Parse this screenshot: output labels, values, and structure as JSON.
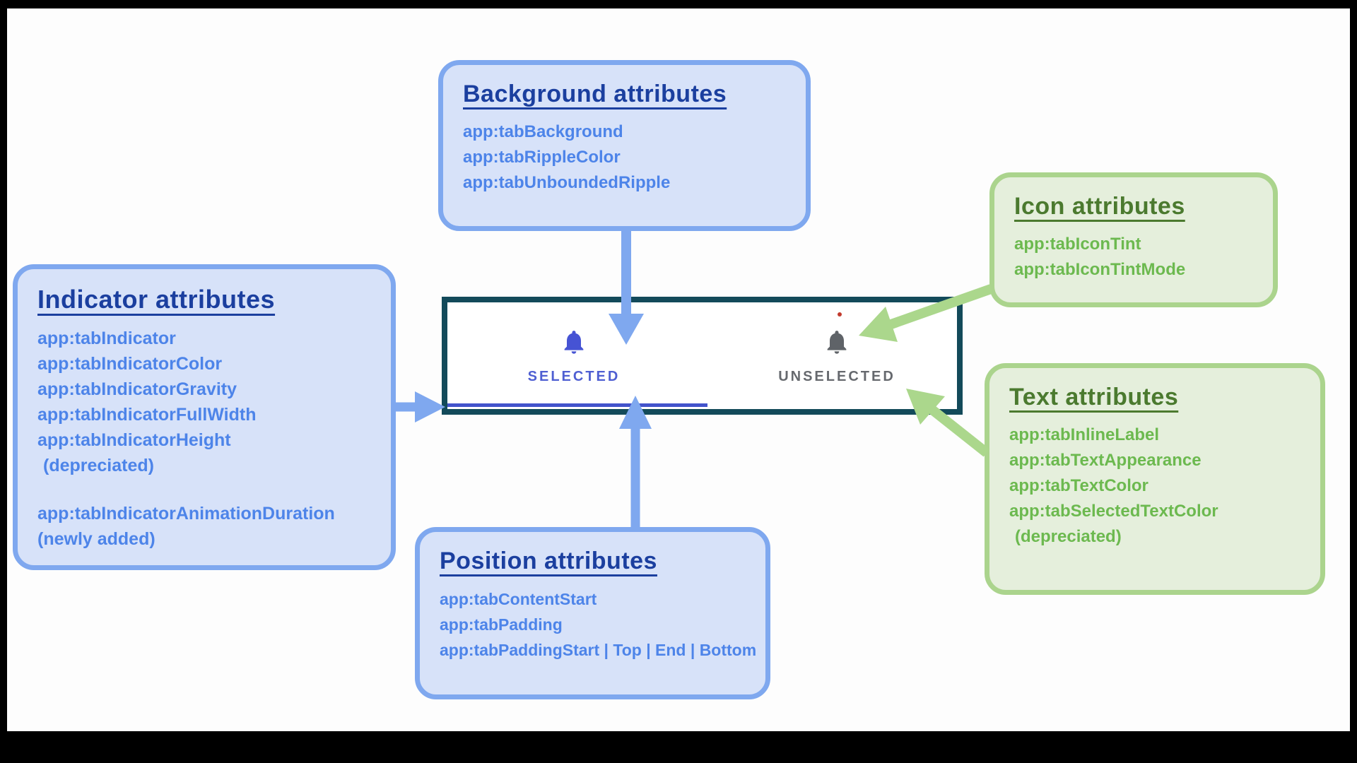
{
  "colors": {
    "box_blue_fill": "#d7e2f9",
    "box_blue_border": "#7fa8ef",
    "title_blue": "#1b3f9f",
    "item_blue": "#4d84e9",
    "box_green_fill": "#e5efdc",
    "box_green_border": "#abd48d",
    "title_green": "#4b7a2f",
    "item_green": "#6cb94f",
    "deprecated_red": "#f05a4d",
    "new_orange": "#cc9629",
    "panel_border_teal": "#134a5a",
    "selected_blue": "#4f5fd2",
    "selected_bell": "#4653d4",
    "indicator_line": "#4353cb",
    "unselected_gray": "#66696e",
    "unselected_bell": "#5f6368",
    "arrow_blue": "#7fa8ef",
    "arrow_green": "#abd78c",
    "red_dot": "#c23b2e"
  },
  "boxes": {
    "background": {
      "title": "Background attributes",
      "items": [
        {
          "text": "app:tabBackground",
          "style": ""
        },
        {
          "text": "app:tabRippleColor",
          "style": ""
        },
        {
          "text": "app:tabUnboundedRipple",
          "style": ""
        }
      ]
    },
    "indicator": {
      "title": "Indicator attributes",
      "items": [
        {
          "text": "app:tabIndicator",
          "style": ""
        },
        {
          "text": "app:tabIndicatorColor",
          "style": ""
        },
        {
          "text": "app:tabIndicatorGravity",
          "style": ""
        },
        {
          "text": "app:tabIndicatorFullWidth",
          "style": ""
        },
        {
          "text": "app:tabIndicatorHeight",
          "style": ""
        },
        {
          "text": "(depreciated)",
          "style": "red"
        },
        {
          "text": "",
          "style": "spacer"
        },
        {
          "text": "app:tabIndicatorAnimationDuration",
          "style": ""
        },
        {
          "text": "(newly added)",
          "style": "orange"
        }
      ]
    },
    "position": {
      "title": "Position attributes",
      "items": [
        {
          "text": "app:tabContentStart",
          "style": ""
        },
        {
          "text": "app:tabPadding",
          "style": ""
        },
        {
          "text": "app:tabPaddingStart | Top | End | Bottom",
          "style": ""
        }
      ]
    },
    "icon": {
      "title": "Icon attributes",
      "items": [
        {
          "text": "app:tabIconTint",
          "style": ""
        },
        {
          "text": "app:tabIconTintMode",
          "style": ""
        }
      ]
    },
    "text": {
      "title": "Text attributes",
      "items": [
        {
          "text": "app:tabInlineLabel",
          "style": ""
        },
        {
          "text": "app:tabTextAppearance",
          "style": ""
        },
        {
          "text": "app:tabTextColor",
          "style": ""
        },
        {
          "text": "app:tabSelectedTextColor",
          "style": ""
        },
        {
          "text": "(depreciated)",
          "style": "red"
        }
      ]
    }
  },
  "panel": {
    "selected_label": "SELECTED",
    "unselected_label": "UNSELECTED"
  }
}
